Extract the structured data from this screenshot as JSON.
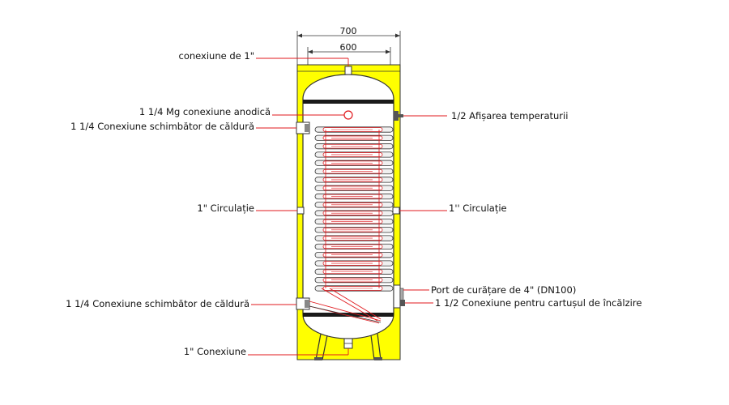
{
  "dimensions": {
    "outer_width": "700",
    "inner_width": "600"
  },
  "labels": {
    "top_connection": "conexiune de 1\"",
    "anode": "1 1/4 Mg conexiune anodică",
    "coil_upper": "1 1/4 Conexiune schimbător de căldură",
    "circulation_left": "1\" Circulație",
    "coil_lower": "1 1/4 Conexiune schimbător de căldură",
    "bottom_connection": "1\" Conexiune",
    "temperature": "1/2 Afișarea temperaturii",
    "circulation_right": "1'' Circulație",
    "cleaning_port": "Port de curățare de 4\" (DN100)",
    "heater": "1 1/2 Conexiune pentru cartușul de încălzire"
  },
  "colors": {
    "insulation": "#ffff00",
    "leader": "#e0191e",
    "outline": "#333333",
    "coil_fill": "#f0f0f0",
    "band": "#1a1a1a"
  },
  "coil": {
    "turns": 20
  }
}
